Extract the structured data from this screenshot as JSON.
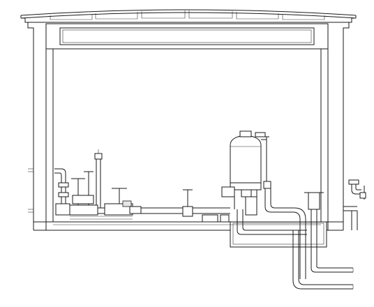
{
  "drawing": {
    "kind": "pump-house-section-elevation",
    "line_color": "#1a1a1a",
    "background": "#ffffff",
    "components": [
      "roof",
      "roof-skylight-panels",
      "ceiling-beam",
      "left-wall",
      "right-wall",
      "floor-slab",
      "pump-pit",
      "pressure-vessel",
      "pump-units",
      "main-pipeline",
      "outlet-pipes",
      "external-pipe-right"
    ]
  }
}
